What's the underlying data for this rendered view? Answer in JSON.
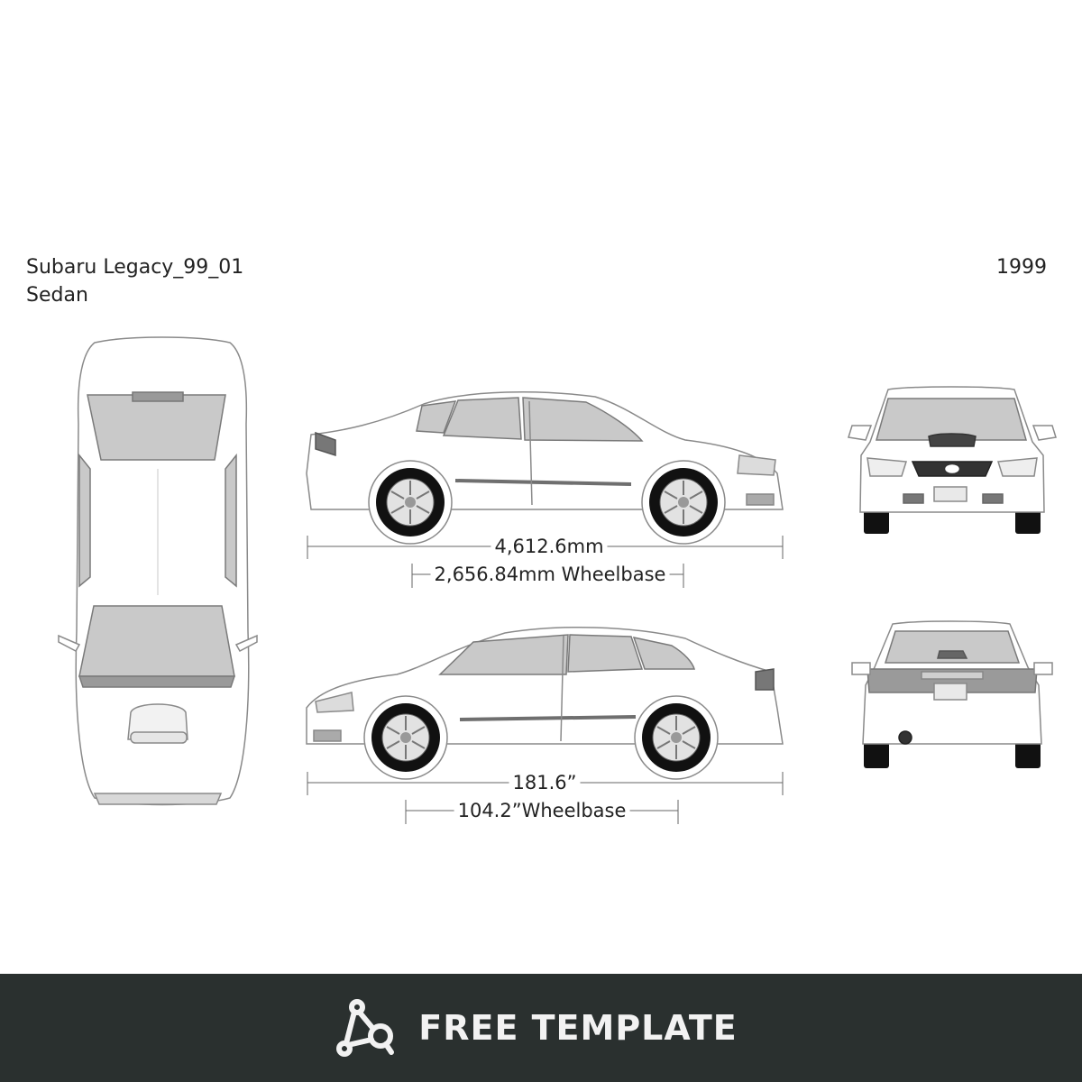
{
  "header": {
    "model": "Subaru Legacy_99_01",
    "body_style": "Sedan",
    "year": "1999"
  },
  "dimensions": {
    "length_metric": "4,612.6mm",
    "wheelbase_metric": "2,656.84mm  Wheelbase",
    "length_imperial": "181.6”",
    "wheelbase_imperial": "104.2”Wheelbase"
  },
  "footer": {
    "label": "FREE TEMPLATE",
    "icon": "triangle-nodes-icon"
  },
  "colors": {
    "footer_bg": "#2a302f",
    "footer_text": "#f2f2f2",
    "glass": "#c9c9c9",
    "outline": "#8a8a8a",
    "tire": "#111111"
  }
}
